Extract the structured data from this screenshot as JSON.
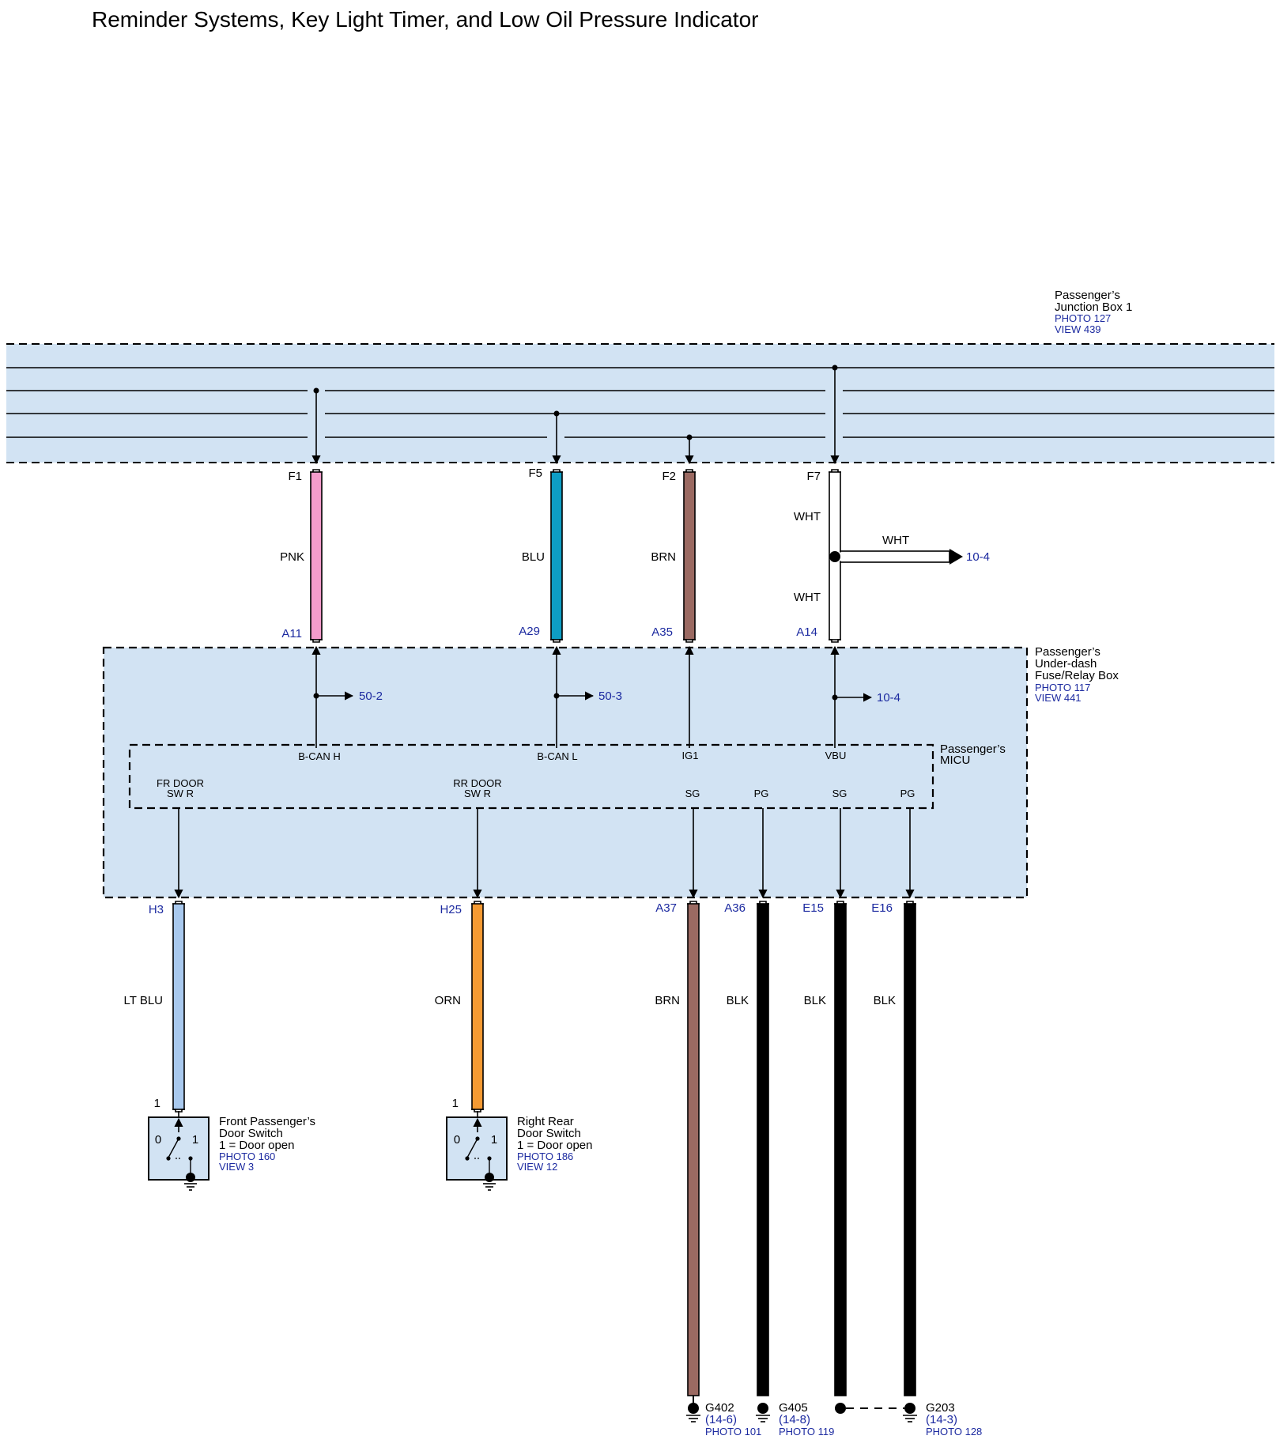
{
  "title": "Reminder Systems, Key Light Timer, and Low Oil Pressure Indicator",
  "colors": {
    "box_fill": "#d2e3f3",
    "link_blue": "#1c2aa0",
    "PNK": "#f59ccc",
    "BLU": "#0e9dc4",
    "BRN": "#9b6a62",
    "WHT": "#ffffff",
    "LT BLU": "#a9c9ee",
    "ORN": "#f49a33",
    "BLK": "#000000"
  },
  "junction_box": {
    "name_line1": "Passenger’s",
    "name_line2": "Junction Box 1",
    "photo": "PHOTO 127",
    "view": "VIEW 439"
  },
  "fuse_box": {
    "name_line1": "Passenger’s",
    "name_line2": "Under-dash",
    "name_line3": "Fuse/Relay Box",
    "photo": "PHOTO 117",
    "view": "VIEW 441"
  },
  "micu": {
    "name_line1": "Passenger’s",
    "name_line2": "MICU",
    "labels": {
      "bcan_h": "B-CAN H",
      "bcan_l": "B-CAN L",
      "ig1": "IG1",
      "vbu": "VBU",
      "fr_door_1": "FR DOOR",
      "fr_door_2": "SW R",
      "rr_door_1": "RR DOOR",
      "rr_door_2": "SW R",
      "sg_1": "SG",
      "pg_1": "PG",
      "sg_2": "SG",
      "pg_2": "PG"
    }
  },
  "upper_wires": [
    {
      "top_pin": "F1",
      "color_name": "PNK",
      "bottom_pin": "A11",
      "ref": "50-2"
    },
    {
      "top_pin": "F5",
      "color_name": "BLU",
      "bottom_pin": "A29",
      "ref": "50-3"
    },
    {
      "top_pin": "F2",
      "color_name": "BRN",
      "bottom_pin": "A35",
      "ref": ""
    },
    {
      "top_pin": "F7",
      "color_name": "WHT",
      "color_name_lower": "WHT",
      "branch_color": "WHT",
      "branch_ref": "10-4",
      "bottom_pin": "A14",
      "ref": "10-4"
    }
  ],
  "lower_wires": [
    {
      "pin": "H3",
      "color_name": "LT BLU"
    },
    {
      "pin": "H25",
      "color_name": "ORN"
    },
    {
      "pin": "A37",
      "color_name": "BRN"
    },
    {
      "pin": "A36",
      "color_name": "BLK"
    },
    {
      "pin": "E15",
      "color_name": "BLK"
    },
    {
      "pin": "E16",
      "color_name": "BLK"
    }
  ],
  "switches": [
    {
      "pin": "1",
      "pos0": "0",
      "pos1": "1",
      "name_line1": "Front Passenger’s",
      "name_line2": "Door Switch",
      "state": "1 = Door open",
      "photo": "PHOTO 160",
      "view": "VIEW 3"
    },
    {
      "pin": "1",
      "pos0": "0",
      "pos1": "1",
      "name_line1": "Right Rear",
      "name_line2": "Door Switch",
      "state": "1 = Door open",
      "photo": "PHOTO 186",
      "view": "VIEW 12"
    }
  ],
  "grounds": [
    {
      "id": "G402",
      "ref": "(14-6)",
      "photo": "PHOTO 101"
    },
    {
      "id": "G405",
      "ref": "(14-8)",
      "photo": "PHOTO 119"
    },
    {
      "id": "G203",
      "ref": "(14-3)",
      "photo": "PHOTO 128"
    }
  ]
}
